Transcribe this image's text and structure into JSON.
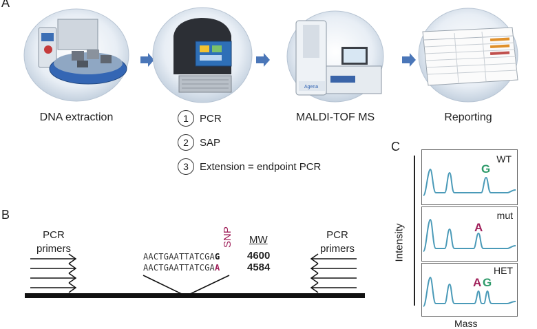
{
  "panels": {
    "a": "A",
    "b": "B",
    "c": "C"
  },
  "stages": [
    {
      "label": "DNA extraction",
      "icon": "extraction-robot-icon"
    },
    {
      "label": "",
      "icon": "thermal-cycler-icon"
    },
    {
      "label": "MALDI-TOF MS",
      "icon": "mass-spectrometer-icon"
    },
    {
      "label": "Reporting",
      "icon": "spreadsheet-report-icon"
    }
  ],
  "steps": [
    {
      "num": "1",
      "text": "PCR"
    },
    {
      "num": "2",
      "text": "SAP"
    },
    {
      "num": "3",
      "text": "Extension = endpoint PCR"
    }
  ],
  "assay": {
    "left_primers": [
      "PCR",
      "primers"
    ],
    "right_primers": [
      "PCR",
      "primers"
    ],
    "snp_label": "SNP",
    "mw_header": "MW",
    "sequences": [
      {
        "prefix": "AACTGAATTATCGA",
        "allele": "G",
        "allele_color": "#111111",
        "mw": "4600"
      },
      {
        "prefix": "AACTGAATTATCGA",
        "allele": "A",
        "allele_color": "#a0205a",
        "mw": "4584"
      }
    ]
  },
  "spectra": {
    "y_axis_label": "Intensity",
    "x_axis_label": "Mass",
    "colors": {
      "trace": "#4a9ab8",
      "G": "#2e9a6a",
      "A": "#a0205a"
    },
    "traces": [
      {
        "genotype": "WT",
        "peaks": [
          {
            "label": "G",
            "color": "#2e9a6a"
          }
        ]
      },
      {
        "genotype": "mut",
        "peaks": [
          {
            "label": "A",
            "color": "#a0205a"
          }
        ]
      },
      {
        "genotype": "HET",
        "peaks": [
          {
            "label": "A",
            "color": "#a0205a"
          },
          {
            "label": "G",
            "color": "#2e9a6a"
          }
        ]
      }
    ]
  }
}
